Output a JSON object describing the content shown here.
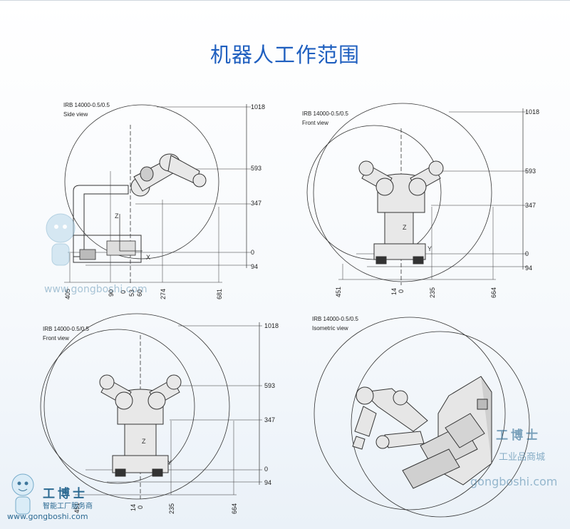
{
  "title": "机器人工作范围",
  "panels": {
    "side": {
      "model": "IRB 14000-0.5/0.5",
      "view": "Side view",
      "right_dims": [
        "1018",
        "593",
        "347",
        "0",
        "94"
      ],
      "bottom_dims": [
        "405",
        "90",
        "0",
        "53",
        "60",
        "274",
        "681"
      ],
      "axis_z": "Z",
      "axis_x": "X"
    },
    "front_top": {
      "model": "IRB 14000-0.5/0.5",
      "view": "Front view",
      "right_dims": [
        "1018",
        "593",
        "347",
        "0",
        "94"
      ],
      "bottom_dims": [
        "451",
        "14",
        "0",
        "235",
        "664"
      ],
      "axis_z": "Z",
      "axis_y": "Y"
    },
    "front_bottom": {
      "model": "IRB 14000-0.5/0.5",
      "view": "Front view",
      "right_dims": [
        "1018",
        "593",
        "347",
        "0",
        "94"
      ],
      "bottom_dims": [
        "451",
        "14",
        "0",
        "235",
        "664"
      ],
      "axis_z": "Z",
      "axis_y": "Y"
    },
    "isometric": {
      "model": "IRB 14000-0.5/0.5",
      "view": "Isometric view"
    }
  },
  "watermarks": {
    "url": "www.gongboshi.com",
    "url_short": "gongboshi.com",
    "brand": "工博士",
    "sub_left": "智能工厂服务商",
    "sub_right": "工业品商城"
  }
}
